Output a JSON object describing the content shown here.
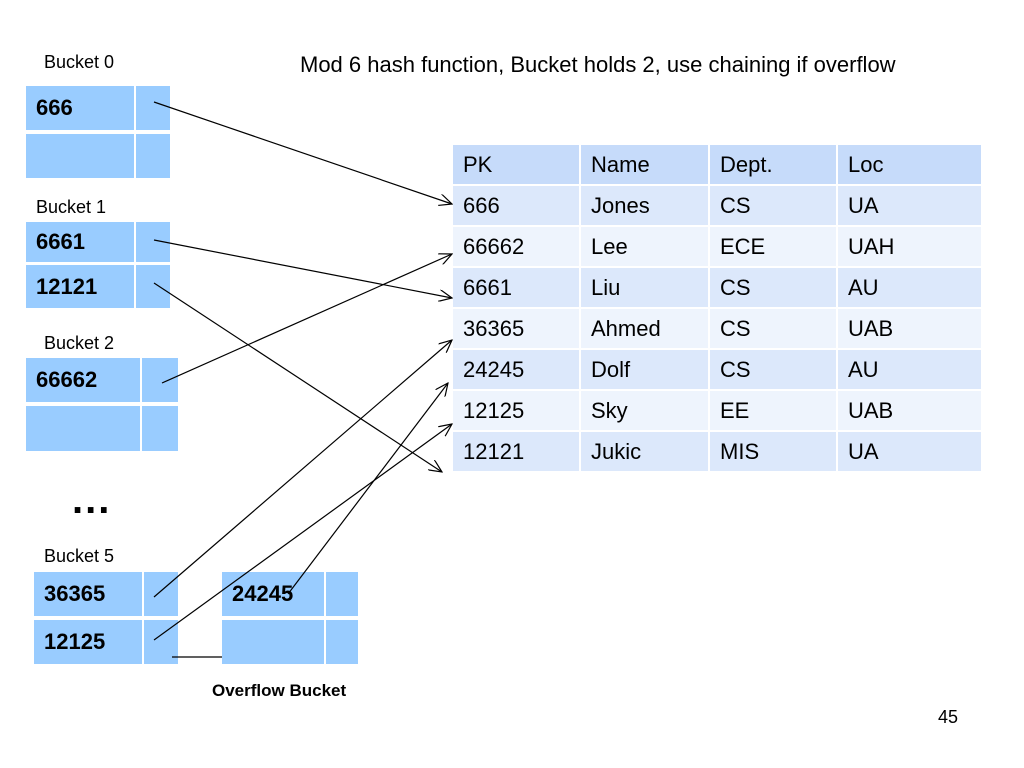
{
  "title": "Mod 6 hash function, Bucket holds 2, use chaining if overflow",
  "buckets": [
    {
      "label": "Bucket 0",
      "slots": [
        "666",
        ""
      ]
    },
    {
      "label": "Bucket 1",
      "slots": [
        "6661",
        "12121"
      ]
    },
    {
      "label": "Bucket 2",
      "slots": [
        "66662",
        ""
      ]
    },
    {
      "label": "Bucket 5",
      "slots": [
        "36365",
        "12125"
      ]
    }
  ],
  "ellipsis": "...",
  "overflow_bucket": {
    "label": "Overflow Bucket",
    "slots": [
      "24245",
      ""
    ]
  },
  "table": {
    "headers": [
      "PK",
      "Name",
      "Dept.",
      "Loc"
    ],
    "rows": [
      [
        "666",
        "Jones",
        "CS",
        "UA"
      ],
      [
        "66662",
        "Lee",
        "ECE",
        "UAH"
      ],
      [
        "6661",
        "Liu",
        "CS",
        "AU"
      ],
      [
        "36365",
        "Ahmed",
        "CS",
        "UAB"
      ],
      [
        "24245",
        "Dolf",
        "CS",
        "AU"
      ],
      [
        "12125",
        "Sky",
        "EE",
        "UAB"
      ],
      [
        "12121",
        "Jukic",
        "MIS",
        "UA"
      ]
    ]
  },
  "page_number": "45",
  "colors": {
    "slot": "#99ccff",
    "table_header": "#c6dbfa",
    "table_row_odd": "#dce8fb",
    "table_row_even": "#eef4fd"
  }
}
